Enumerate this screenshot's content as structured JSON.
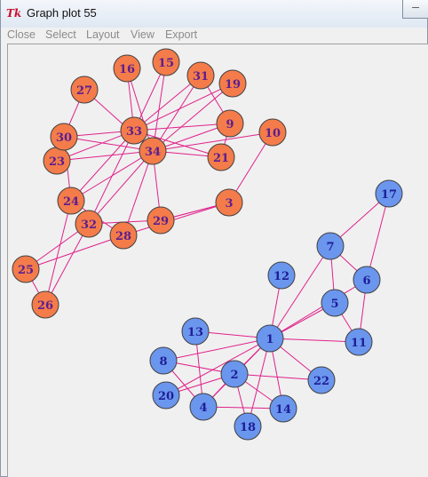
{
  "window": {
    "title": "Graph plot 55",
    "icon": "tk-feather-icon",
    "controls": {
      "minimize": "minimize-icon"
    }
  },
  "menu": {
    "items": [
      "Close",
      "Select",
      "Layout",
      "View",
      "Export"
    ]
  },
  "colors": {
    "edge": "#e0218a",
    "group_a_fill": "#f47c4a",
    "group_a_label": "#5a1e8f",
    "group_b_fill": "#6b96ee",
    "group_b_label": "#1e1e96",
    "node_stroke": "#404040"
  },
  "graph": {
    "nodes": [
      {
        "id": "1",
        "group": "b"
      },
      {
        "id": "2",
        "group": "b"
      },
      {
        "id": "3",
        "group": "a"
      },
      {
        "id": "4",
        "group": "b"
      },
      {
        "id": "5",
        "group": "b"
      },
      {
        "id": "6",
        "group": "b"
      },
      {
        "id": "7",
        "group": "b"
      },
      {
        "id": "8",
        "group": "b"
      },
      {
        "id": "9",
        "group": "a"
      },
      {
        "id": "10",
        "group": "a"
      },
      {
        "id": "11",
        "group": "b"
      },
      {
        "id": "12",
        "group": "b"
      },
      {
        "id": "13",
        "group": "b"
      },
      {
        "id": "14",
        "group": "b"
      },
      {
        "id": "15",
        "group": "a"
      },
      {
        "id": "16",
        "group": "a"
      },
      {
        "id": "17",
        "group": "b"
      },
      {
        "id": "18",
        "group": "b"
      },
      {
        "id": "19",
        "group": "a"
      },
      {
        "id": "20",
        "group": "b"
      },
      {
        "id": "21",
        "group": "a"
      },
      {
        "id": "22",
        "group": "b"
      },
      {
        "id": "23",
        "group": "a"
      },
      {
        "id": "24",
        "group": "a"
      },
      {
        "id": "25",
        "group": "a"
      },
      {
        "id": "26",
        "group": "a"
      },
      {
        "id": "27",
        "group": "a"
      },
      {
        "id": "28",
        "group": "a"
      },
      {
        "id": "29",
        "group": "a"
      },
      {
        "id": "30",
        "group": "a"
      },
      {
        "id": "31",
        "group": "a"
      },
      {
        "id": "32",
        "group": "a"
      },
      {
        "id": "33",
        "group": "a"
      },
      {
        "id": "34",
        "group": "a"
      }
    ],
    "edges": [
      [
        "1",
        "2"
      ],
      [
        "1",
        "4"
      ],
      [
        "1",
        "5"
      ],
      [
        "1",
        "6"
      ],
      [
        "1",
        "7"
      ],
      [
        "1",
        "8"
      ],
      [
        "1",
        "11"
      ],
      [
        "1",
        "12"
      ],
      [
        "1",
        "13"
      ],
      [
        "1",
        "14"
      ],
      [
        "1",
        "18"
      ],
      [
        "1",
        "20"
      ],
      [
        "1",
        "22"
      ],
      [
        "2",
        "4"
      ],
      [
        "2",
        "8"
      ],
      [
        "2",
        "14"
      ],
      [
        "2",
        "18"
      ],
      [
        "2",
        "20"
      ],
      [
        "2",
        "22"
      ],
      [
        "4",
        "8"
      ],
      [
        "4",
        "13"
      ],
      [
        "4",
        "14"
      ],
      [
        "5",
        "7"
      ],
      [
        "5",
        "11"
      ],
      [
        "6",
        "7"
      ],
      [
        "6",
        "11"
      ],
      [
        "6",
        "17"
      ],
      [
        "7",
        "17"
      ],
      [
        "3",
        "10"
      ],
      [
        "3",
        "29"
      ],
      [
        "3",
        "28"
      ],
      [
        "9",
        "33"
      ],
      [
        "9",
        "34"
      ],
      [
        "9",
        "31"
      ],
      [
        "9",
        "21"
      ],
      [
        "10",
        "34"
      ],
      [
        "15",
        "33"
      ],
      [
        "15",
        "34"
      ],
      [
        "16",
        "33"
      ],
      [
        "16",
        "34"
      ],
      [
        "19",
        "33"
      ],
      [
        "19",
        "34"
      ],
      [
        "21",
        "33"
      ],
      [
        "21",
        "34"
      ],
      [
        "23",
        "33"
      ],
      [
        "23",
        "34"
      ],
      [
        "27",
        "30"
      ],
      [
        "27",
        "34"
      ],
      [
        "24",
        "26"
      ],
      [
        "24",
        "28"
      ],
      [
        "24",
        "30"
      ],
      [
        "24",
        "33"
      ],
      [
        "24",
        "34"
      ],
      [
        "25",
        "26"
      ],
      [
        "25",
        "28"
      ],
      [
        "25",
        "32"
      ],
      [
        "26",
        "32"
      ],
      [
        "29",
        "32"
      ],
      [
        "29",
        "34"
      ],
      [
        "30",
        "33"
      ],
      [
        "30",
        "34"
      ],
      [
        "31",
        "33"
      ],
      [
        "31",
        "34"
      ],
      [
        "32",
        "33"
      ],
      [
        "32",
        "34"
      ],
      [
        "33",
        "34"
      ],
      [
        "28",
        "34"
      ],
      [
        "29",
        "3"
      ]
    ]
  }
}
